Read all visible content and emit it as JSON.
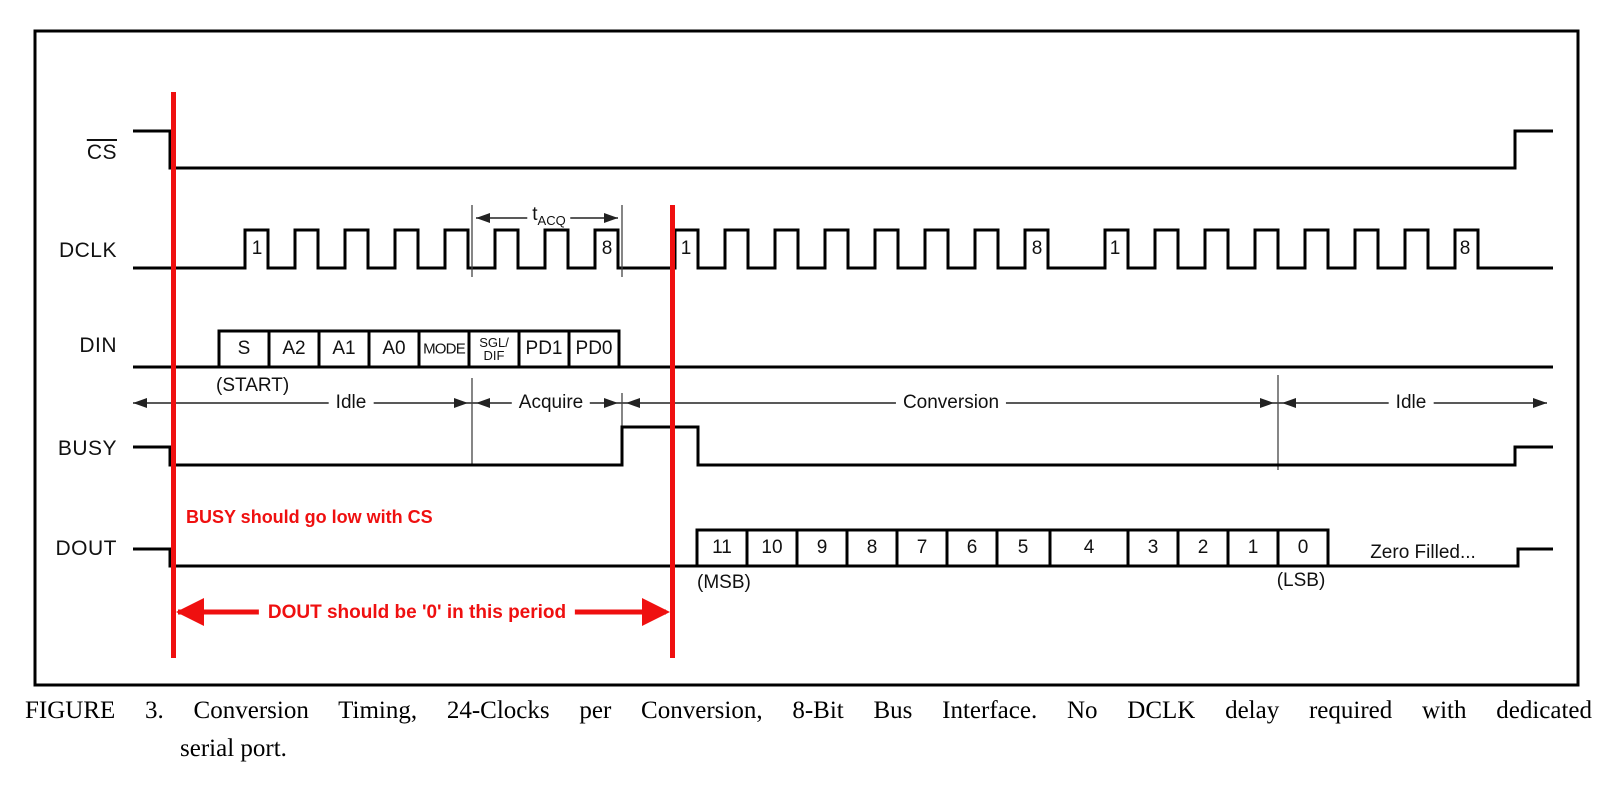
{
  "signals": {
    "cs": "CS",
    "dclk": "DCLK",
    "din": "DIN",
    "busy": "BUSY",
    "dout": "DOUT"
  },
  "dclk": {
    "numbers": [
      "1",
      "8",
      "1",
      "8",
      "1",
      "8"
    ]
  },
  "t_acq": {
    "base": "t",
    "sub": "ACQ"
  },
  "phases": {
    "idle1": "Idle",
    "acquire": "Acquire",
    "conversion": "Conversion",
    "idle2": "Idle"
  },
  "din": {
    "bits": [
      "S",
      "A2",
      "A1",
      "A0",
      "MODE",
      "SGL/\nDIF",
      "PD1",
      "PD0"
    ],
    "start_note": "(START)"
  },
  "dout": {
    "bits": [
      "11",
      "10",
      "9",
      "8",
      "7",
      "6",
      "5",
      "4",
      "3",
      "2",
      "1",
      "0"
    ],
    "msb_note": "(MSB)",
    "lsb_note": "(LSB)",
    "zero_filled": "Zero Filled..."
  },
  "red": {
    "busy_note": "BUSY should go low with CS",
    "dout_note": "DOUT should be '0' in this period"
  },
  "caption": {
    "line1": "FIGURE 3. Conversion Timing, 24-Clocks per Conversion, 8-Bit Bus Interface. No DCLK delay required with dedicated",
    "line2": "serial port."
  },
  "colors": {
    "waveform": "#000000",
    "annotation_red": "#ef1010"
  }
}
